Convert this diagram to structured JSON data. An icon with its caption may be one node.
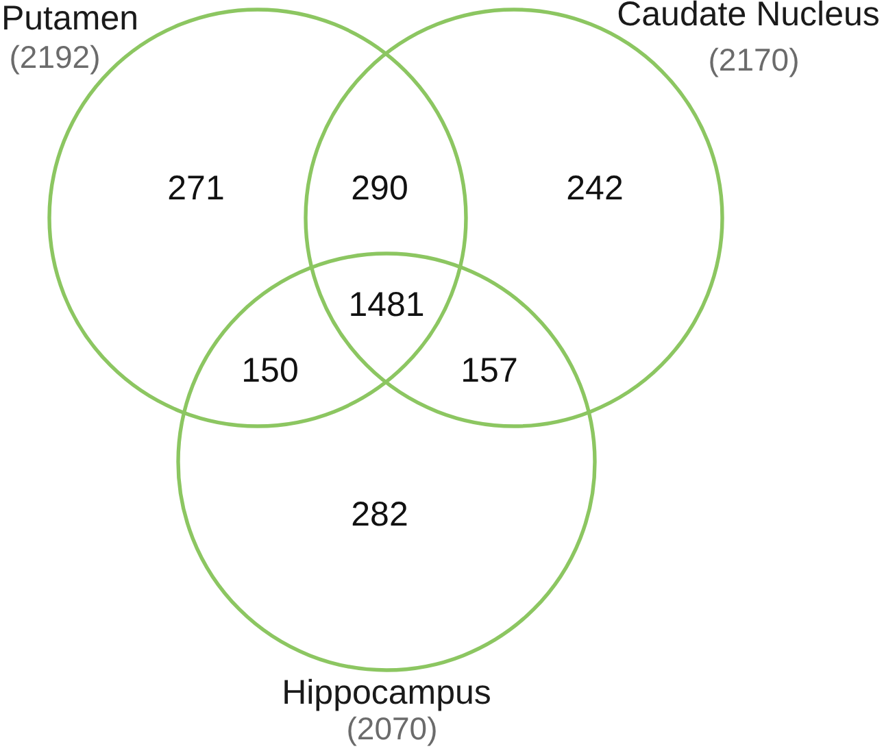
{
  "diagram": {
    "nodes": [
      {
        "text": [
          "Putamen",
          "(2192)"
        ]
      },
      {
        "text": [
          "Caudate Nucleus",
          "(2170)"
        ]
      },
      {
        "text": [
          "Hippocampus",
          "(2070)"
        ]
      }
    ],
    "labels": [
      "271",
      "290",
      "242",
      "1481",
      "150",
      "157",
      "282"
    ]
  }
}
